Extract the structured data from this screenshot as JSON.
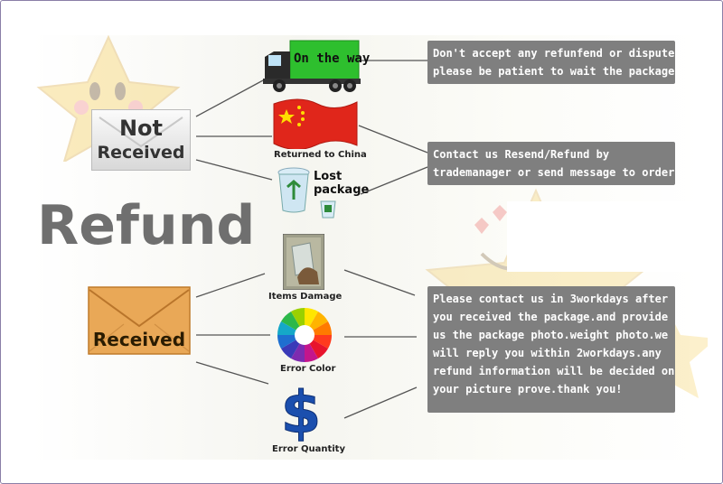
{
  "title": "Refund",
  "not_received": {
    "line1": "Not",
    "line2": "Received"
  },
  "received": {
    "label": "Received"
  },
  "items": {
    "on_the_way": "On the way",
    "returned": "Returned to China",
    "lost_line1": "Lost",
    "lost_line2": "package",
    "damage": "Items Damage",
    "error_color": "Error Color",
    "error_quantity": "Error Quantity"
  },
  "notes": {
    "note1": [
      "Don't accept any refunfend or dispute",
      "please be patient to wait the package"
    ],
    "note2": [
      "Contact us Resend/Refund by",
      "trademanager or send message to order"
    ],
    "note3": [
      "Please contact us in 3workdays after",
      "you received the package.and provide",
      "us the package photo.weight photo.we",
      "will reply you within 2workdays.any",
      "refund information will be decided on",
      "your picture prove.thank you!"
    ]
  },
  "colors": {
    "note_bg": "#7f7f7f",
    "truck_green": "#2ebf2e",
    "flag_red": "#e0261b",
    "star_yellow": "#f3c848",
    "envelope": "#e9a857",
    "dollar_blue": "#1b4fae",
    "title_gray": "#6f6f6f"
  },
  "icons": [
    "truck-icon",
    "china-flag-icon",
    "trash-bin-icon",
    "broken-glass-photo-icon",
    "color-wheel-icon",
    "dollar-icon",
    "envelope-icon",
    "star-mascot-icon"
  ]
}
